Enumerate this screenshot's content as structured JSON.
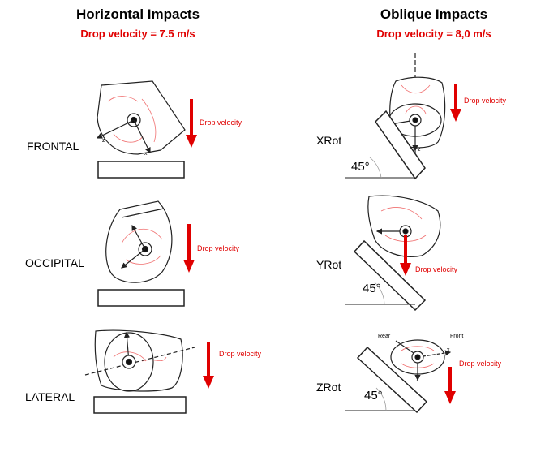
{
  "left": {
    "title": "Horizontal Impacts",
    "subtitle": "Drop velocity = 7.5 m/s",
    "rows": [
      {
        "label": "FRONTAL",
        "arrow_label": "Drop velocity"
      },
      {
        "label": "OCCIPITAL",
        "arrow_label": "Drop velocity"
      },
      {
        "label": "LATERAL",
        "arrow_label": "Drop velocity"
      }
    ]
  },
  "right": {
    "title": "Oblique Impacts",
    "subtitle": "Drop velocity = 8,0 m/s",
    "rows": [
      {
        "label": "XRot",
        "arrow_label": "Drop velocity",
        "angle": "45°"
      },
      {
        "label": "YRot",
        "arrow_label": "Drop velocity",
        "angle": "45°"
      },
      {
        "label": "ZRot",
        "arrow_label": "Drop velocity",
        "angle": "45°",
        "rear": "Rear",
        "front": "Front"
      }
    ]
  },
  "axis_letters": {
    "x": "x",
    "y": "y",
    "z": "z"
  },
  "colors": {
    "accent": "#e00000",
    "line": "#222222",
    "contour": "#f07070"
  }
}
